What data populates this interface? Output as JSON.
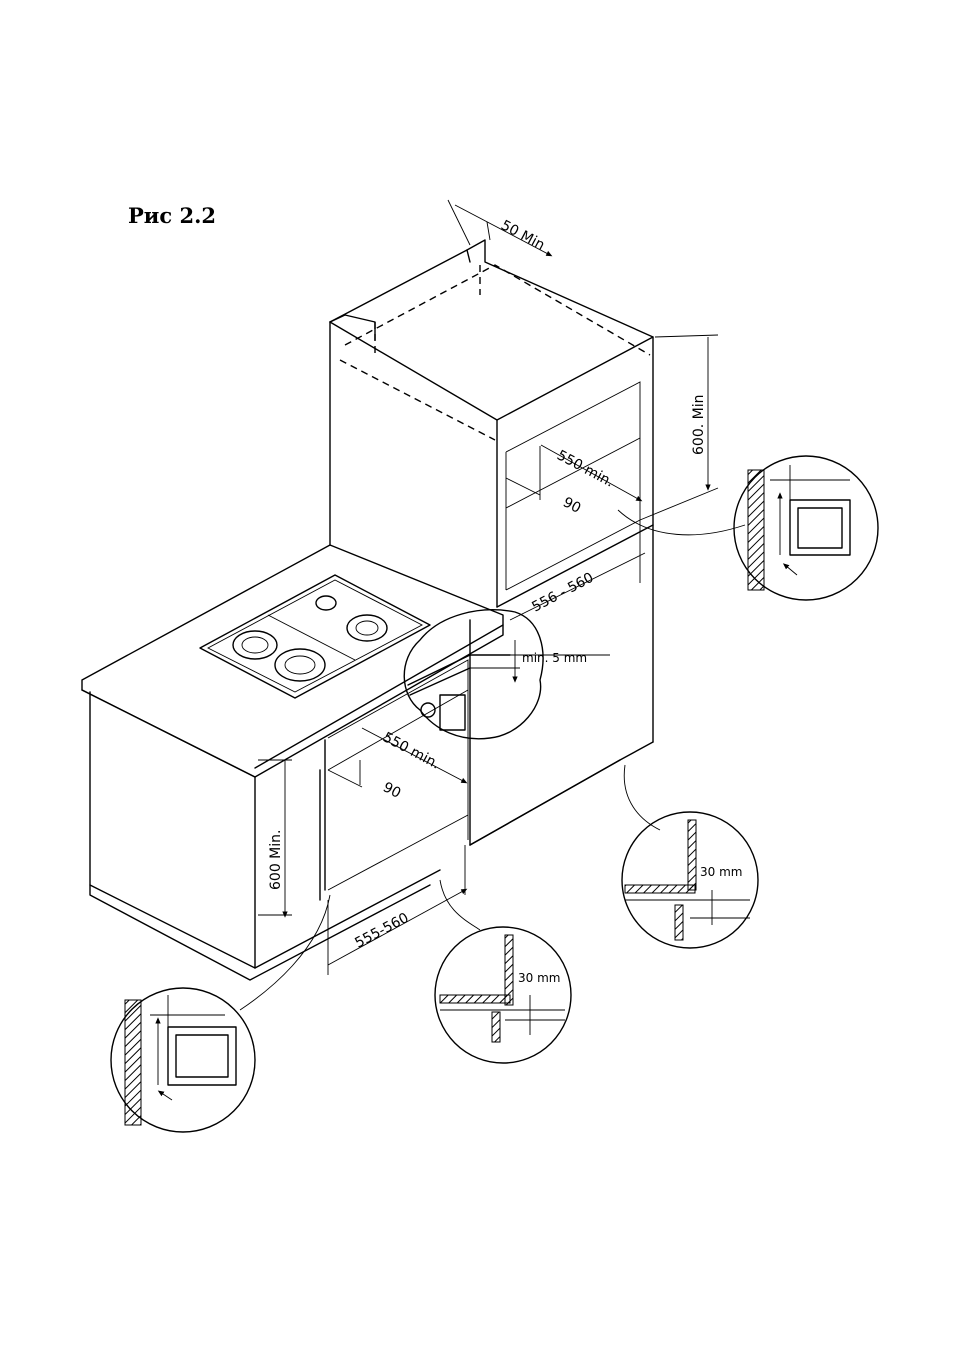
{
  "figure": {
    "title": "Рис 2.2"
  },
  "labels": {
    "top_gap": "50 Min",
    "tall_height": "600. Min",
    "tall_depth": "550 min.",
    "tall_recess": "90",
    "tall_width": "556 - 560",
    "hob_gap": "min. 5 mm",
    "base_depth": "550 min.",
    "base_recess": "90",
    "base_height": "600 Min.",
    "base_width": "555-560",
    "plinth_gap_right": "30 mm",
    "plinth_gap_center": "30 mm"
  },
  "colors": {
    "line": "#000000",
    "background": "#ffffff"
  }
}
